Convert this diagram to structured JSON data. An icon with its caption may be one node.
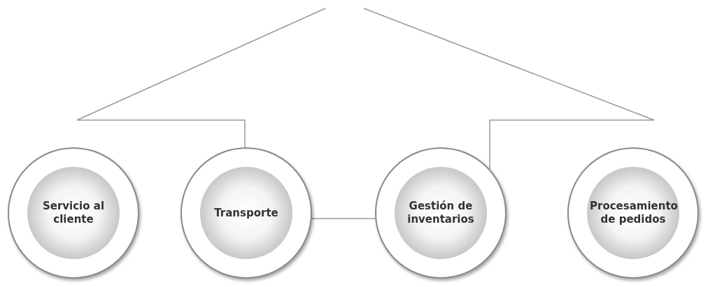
{
  "diagram": {
    "nodes": [
      {
        "text": [
          "Servicio al cliente"
        ]
      },
      {
        "text": [
          "Transporte"
        ]
      },
      {
        "text": [
          "Gestión de inventarios"
        ]
      },
      {
        "text": [
          "Procesamiento de pedidos"
        ]
      }
    ],
    "edges": [
      {
        "from": null,
        "to": 1,
        "arrow": "none"
      },
      {
        "from": null,
        "to": 2,
        "arrow": "none"
      },
      {
        "from": 1,
        "to": 2,
        "arrow": "none"
      }
    ]
  }
}
